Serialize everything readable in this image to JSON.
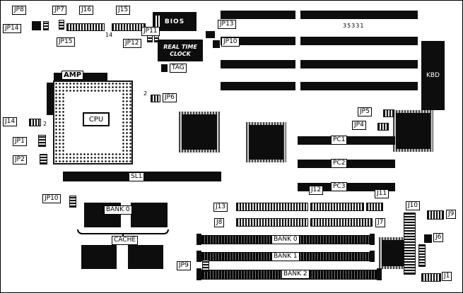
{
  "board": {
    "part_number": "35331"
  },
  "labels": {
    "jp8": "JP8",
    "jp14": "JP14",
    "jp7": "JP7",
    "j16": "J16",
    "j15": "J15",
    "jp15": "JP15",
    "jp11": "JP11",
    "jp12": "JP12",
    "jp13": "JP13",
    "jp10_top": "JP10",
    "tag": "TAG",
    "jp6": "JP6",
    "j14": "J14",
    "jp1": "JP1",
    "jp2": "JP2",
    "jp5": "JP5",
    "jp4": "JP4",
    "pc1": "PC1",
    "pc2": "PC2",
    "pc3": "PC3",
    "sl1": "SL1",
    "jp10_bottom": "JP10",
    "j13": "J13",
    "j12": "J12",
    "j11": "J11",
    "j10": "J10",
    "j9": "J9",
    "j8": "J8",
    "j7": "J7",
    "j6": "J6",
    "jp9": "JP9",
    "j1": "J1",
    "bank0_cache": "BANK 0",
    "cache": "CACHE",
    "bank0": "BANK 0",
    "bank1": "BANK 1",
    "bank2": "BANK 2"
  },
  "chips": {
    "bios": "BIOS",
    "rtc_line1": "REAL TIME",
    "rtc_line2": "CLOCK",
    "kbd": "KBD",
    "amp": "AMP",
    "cpu": "CPU"
  },
  "pin_markers": {
    "j16_pin14": "14",
    "jp6_pin2": "2",
    "j14_pin2": "2"
  }
}
